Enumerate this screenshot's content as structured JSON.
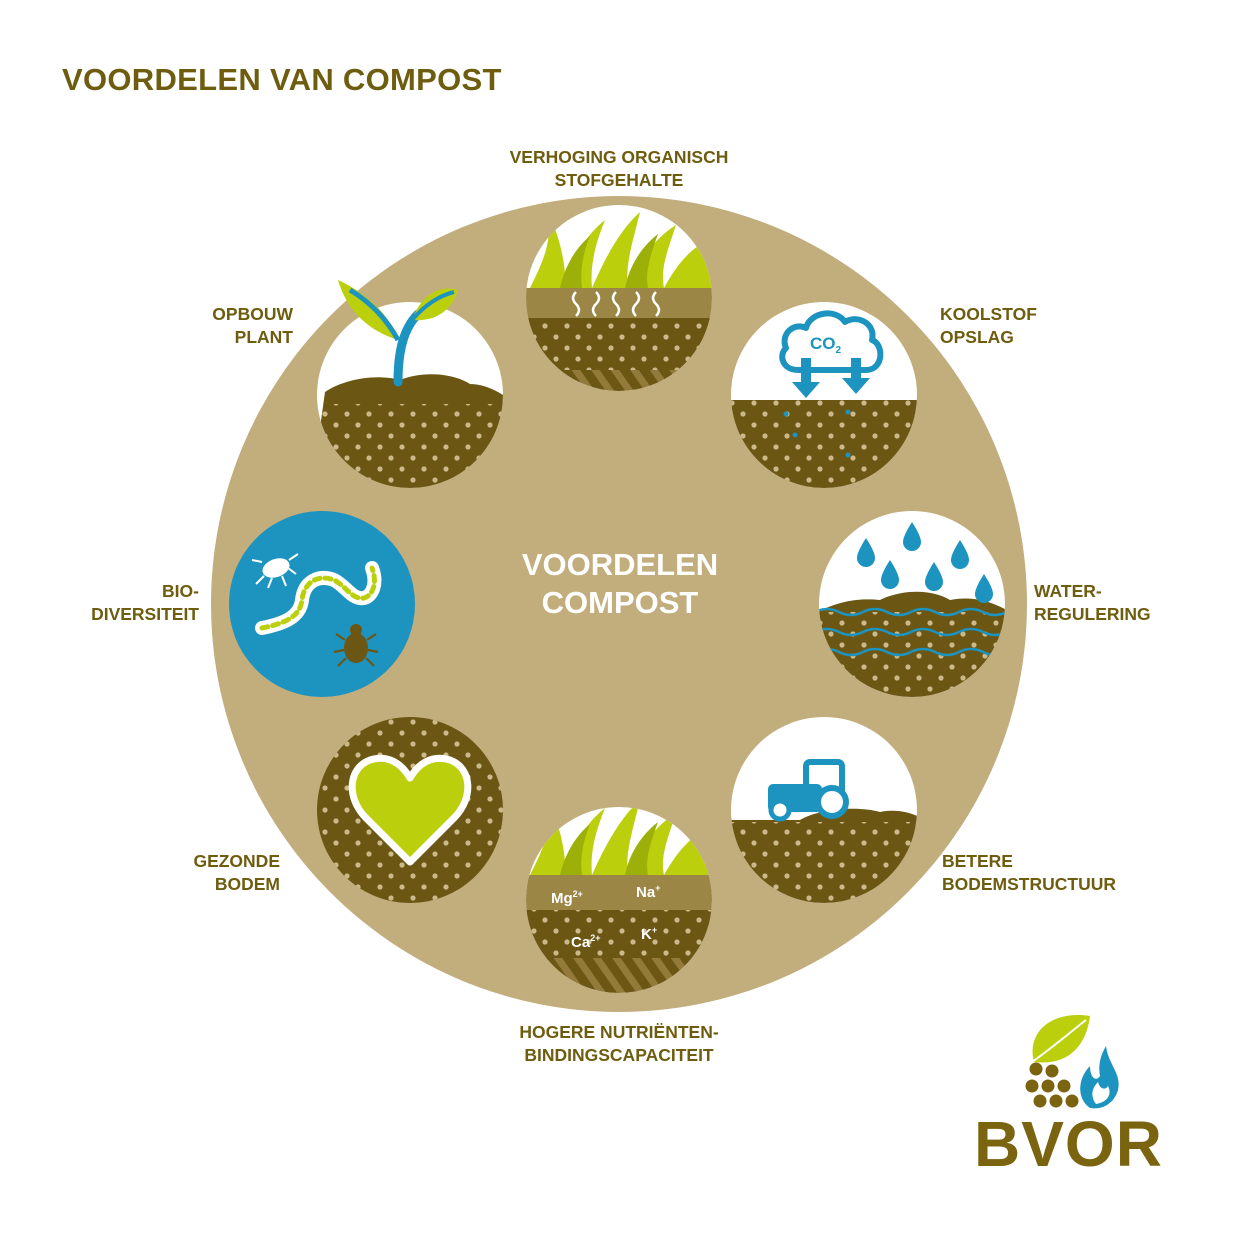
{
  "title": "VOORDELEN VAN COMPOST",
  "center": {
    "line1": "VOORDELEN",
    "line2": "COMPOST"
  },
  "benefits": [
    {
      "id": "organic",
      "lines": [
        "VERHOGING ORGANISCH",
        "STOFGEHALTE"
      ]
    },
    {
      "id": "carbon",
      "lines": [
        "KOOLSTOF",
        "OPSLAG"
      ]
    },
    {
      "id": "water",
      "lines": [
        "WATER-",
        "REGULERING"
      ]
    },
    {
      "id": "structure",
      "lines": [
        "BETERE",
        "BODEMSTRUCTUUR"
      ]
    },
    {
      "id": "nutrient",
      "lines": [
        "HOGERE NUTRIËNTEN-",
        "BINDINGSCAPACITEIT"
      ]
    },
    {
      "id": "healthy",
      "lines": [
        "GEZONDE",
        "BODEM"
      ]
    },
    {
      "id": "bio",
      "lines": [
        "BIO-",
        "DIVERSITEIT"
      ]
    },
    {
      "id": "plant",
      "lines": [
        "OPBOUW",
        "PLANT"
      ]
    }
  ],
  "co2": {
    "base": "CO",
    "sub": "2"
  },
  "ions": [
    {
      "base": "Mg",
      "sup": "2+"
    },
    {
      "base": "Na",
      "sup": "+"
    },
    {
      "base": "Ca",
      "sup": "2+"
    },
    {
      "base": "K",
      "sup": "+"
    }
  ],
  "logo": {
    "text": "BVOR"
  },
  "colors": {
    "title": "#6e5c0f",
    "big_circle": "#c2ad7c",
    "soil": "#6b5614",
    "soil_light": "#9c8646",
    "grass": "#bccf0c",
    "blue": "#1d94bf",
    "white": "#ffffff"
  }
}
